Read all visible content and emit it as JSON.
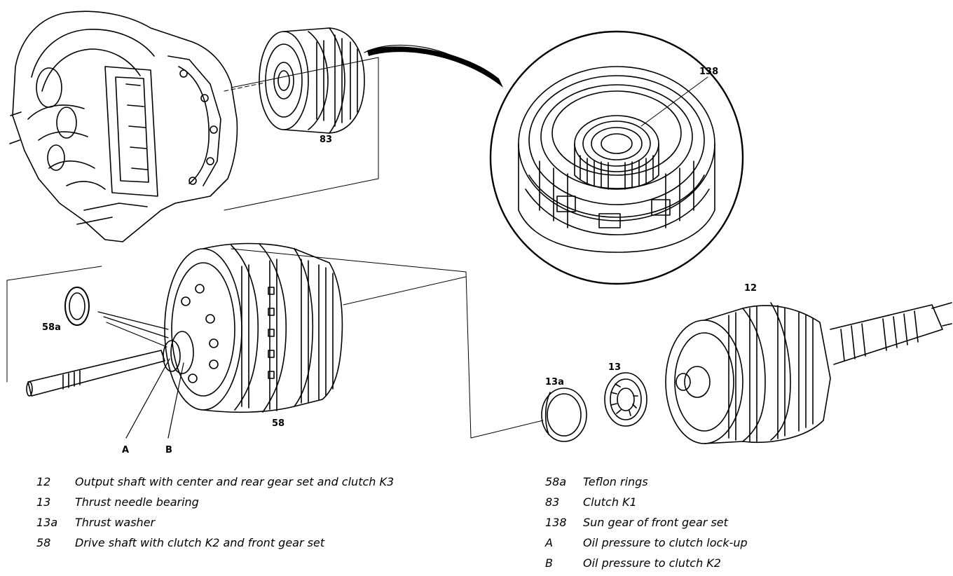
{
  "callouts": {
    "c12": "12",
    "c13": "13",
    "c13a": "13a",
    "c58": "58",
    "c58a": "58a",
    "c83": "83",
    "c138": "138",
    "cA": "A",
    "cB": "B"
  },
  "legend": {
    "left": [
      {
        "code": "12",
        "desc": "Output shaft with center and rear gear set and clutch K3"
      },
      {
        "code": "13",
        "desc": "Thrust needle bearing"
      },
      {
        "code": "13a",
        "desc": "Thrust washer"
      },
      {
        "code": "58",
        "desc": "Drive shaft with clutch K2 and front gear set"
      }
    ],
    "right": [
      {
        "code": "58a",
        "desc": "Teflon rings"
      },
      {
        "code": "83",
        "desc": "Clutch K1"
      },
      {
        "code": "138",
        "desc": "Sun gear of front gear set"
      },
      {
        "code": "A",
        "desc": "Oil pressure to clutch lock-up"
      },
      {
        "code": "B",
        "desc": "Oil pressure to clutch K2"
      }
    ]
  }
}
